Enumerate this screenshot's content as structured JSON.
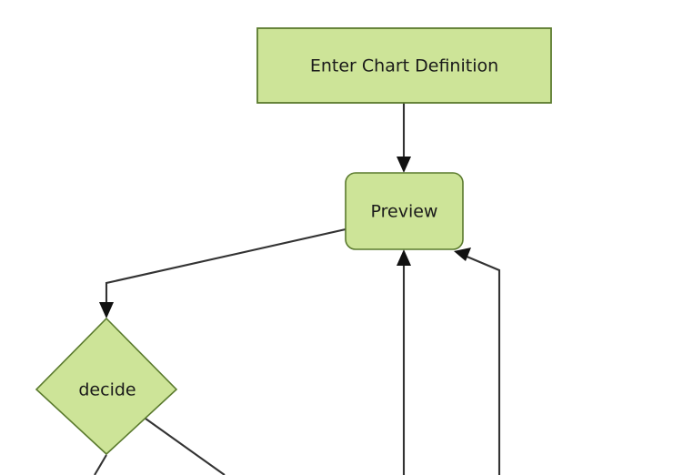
{
  "diagram": {
    "type": "flowchart",
    "orientation": "top-down",
    "background_color": "#ffffff",
    "node_fill_color": "#cde498",
    "node_stroke_color": "#5a7a2d",
    "edge_color": "#333333",
    "arrowhead_color": "#111111",
    "nodes": [
      {
        "id": "enter-chart-definition",
        "label": "Enter Chart Definition",
        "shape": "rectangle"
      },
      {
        "id": "preview",
        "label": "Preview",
        "shape": "rounded-rectangle"
      },
      {
        "id": "decide",
        "label": "decide",
        "shape": "diamond"
      }
    ],
    "edges": [
      {
        "id": "edge-enter-to-preview",
        "from": "enter-chart-definition",
        "to": "preview",
        "label": ""
      },
      {
        "id": "edge-preview-to-decide",
        "from": "preview",
        "to": "decide",
        "label": ""
      },
      {
        "id": "edge-offscreen-center-to-preview",
        "from": "offscreen-below",
        "to": "preview",
        "label": ""
      },
      {
        "id": "edge-offscreen-right-to-preview",
        "from": "offscreen-below-right",
        "to": "preview",
        "label": ""
      },
      {
        "id": "edge-decide-bottom-offscreen",
        "from": "decide",
        "to": "offscreen-below-left",
        "label": ""
      },
      {
        "id": "edge-decide-right-offscreen",
        "from": "decide",
        "to": "offscreen-below-right",
        "label": ""
      }
    ]
  }
}
